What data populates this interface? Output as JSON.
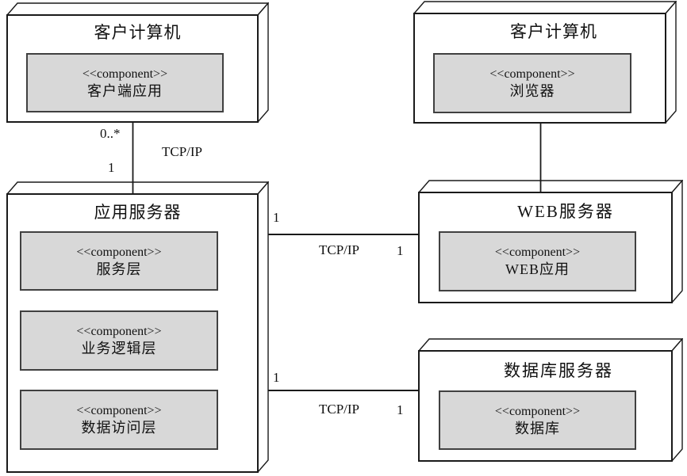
{
  "diagram": {
    "type": "uml-deployment-diagram",
    "stereotype": "<<component>>",
    "colors": {
      "background": "#ffffff",
      "node_fill": "#ffffff",
      "node_border": "#1a1a1a",
      "component_fill": "#d8d8d8",
      "component_border": "#404040",
      "line": "#1a1a1a"
    },
    "nodes": [
      {
        "title": "客户计算机",
        "components": [
          "客户端应用"
        ]
      },
      {
        "title": "客户计算机",
        "components": [
          "浏览器"
        ]
      },
      {
        "title": "应用服务器",
        "components": [
          "服务层",
          "业务逻辑层",
          "数据访问层"
        ]
      },
      {
        "title": "WEB服务器",
        "components": [
          "WEB应用"
        ]
      },
      {
        "title": "数据库服务器",
        "components": [
          "数据库"
        ]
      }
    ],
    "connections": [
      {
        "from": "客户计算机",
        "to": "应用服务器",
        "protocol": "TCP/IP",
        "multiplicity_from": "0..*",
        "multiplicity_to": "1"
      },
      {
        "from": "客户计算机",
        "to": "WEB服务器",
        "protocol": "",
        "multiplicity_from": "",
        "multiplicity_to": ""
      },
      {
        "from": "应用服务器",
        "to": "WEB服务器",
        "protocol": "TCP/IP",
        "multiplicity_from": "1",
        "multiplicity_to": "1"
      },
      {
        "from": "应用服务器",
        "to": "数据库服务器",
        "protocol": "TCP/IP",
        "multiplicity_from": "1",
        "multiplicity_to": "1"
      }
    ]
  }
}
